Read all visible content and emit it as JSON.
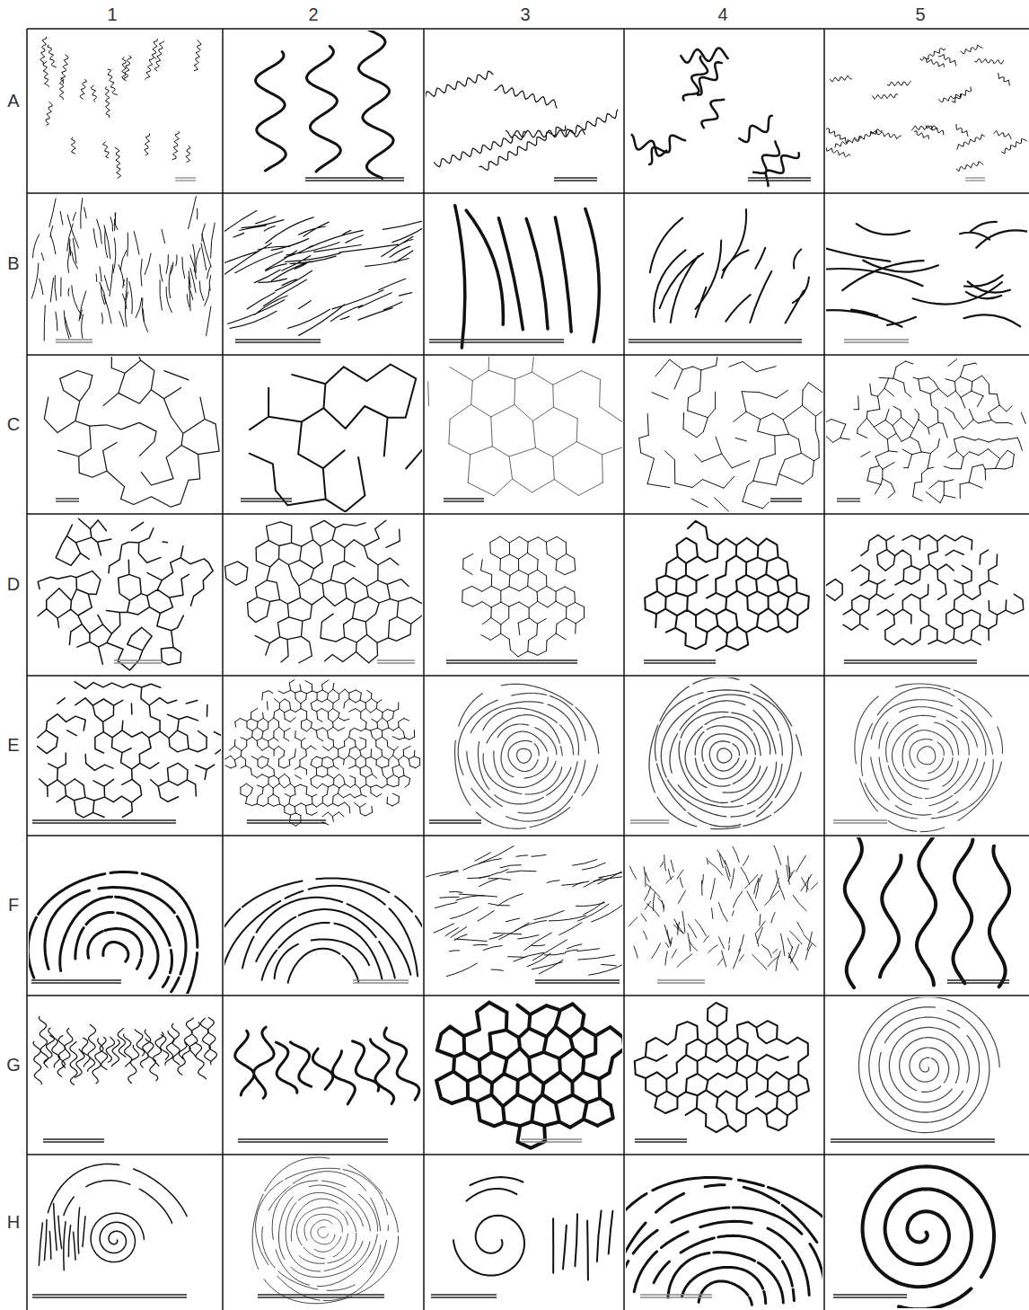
{
  "diagram": {
    "labels": [
      "1",
      "2",
      "3",
      "4",
      "5",
      "A",
      "B",
      "C",
      "D",
      "E",
      "F",
      "G",
      "H"
    ]
  }
}
